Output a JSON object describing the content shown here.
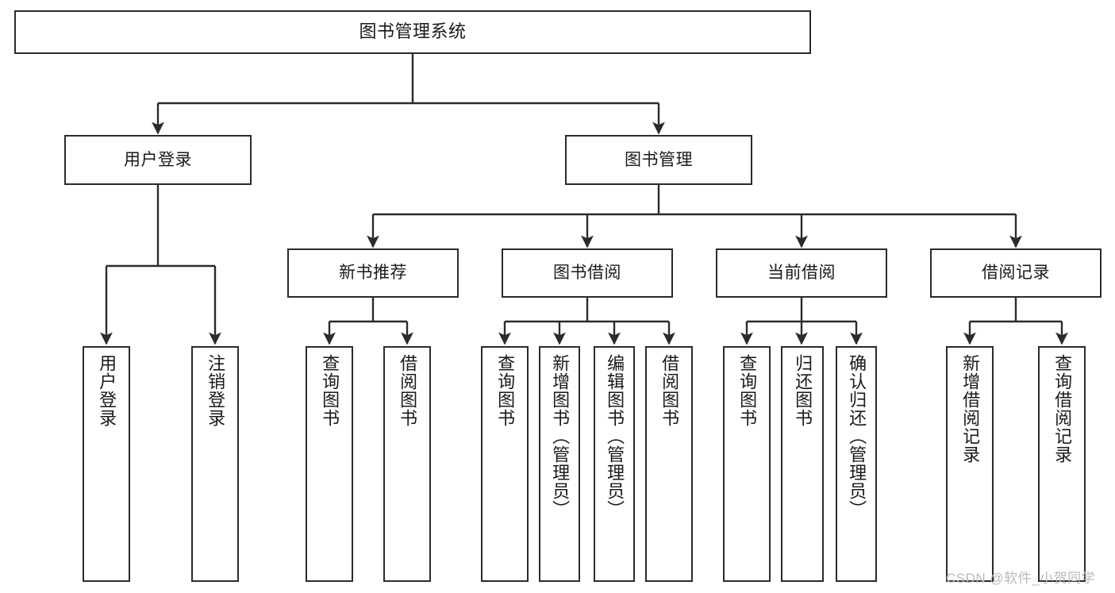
{
  "diagram": {
    "title": "图书管理系统",
    "type": "tree-hierarchy",
    "levels": 4,
    "colors": {
      "stroke": "#2b2b2b",
      "fill": "#ffffff",
      "text": "#1a1a1a",
      "watermark": "#b9b9b9"
    }
  },
  "nodes": {
    "root": {
      "label": "图书管理系统"
    },
    "level2": [
      {
        "label": "用户登录"
      },
      {
        "label": "图书管理"
      }
    ],
    "level3": [
      {
        "label": "新书推荐"
      },
      {
        "label": "图书借阅"
      },
      {
        "label": "当前借阅"
      },
      {
        "label": "借阅记录"
      }
    ],
    "leaves": {
      "user_login": [
        {
          "label": "用户登录"
        },
        {
          "label": "注销登录"
        }
      ],
      "new_book_recommend": [
        {
          "label": "查询图书"
        },
        {
          "label": "借阅图书"
        }
      ],
      "book_borrow": [
        {
          "label": "查询图书"
        },
        {
          "label": "新增图书（管理员）"
        },
        {
          "label": "编辑图书（管理员）"
        },
        {
          "label": "借阅图书"
        }
      ],
      "current_borrow": [
        {
          "label": "查询图书"
        },
        {
          "label": "归还图书"
        },
        {
          "label": "确认归还（管理员）"
        }
      ],
      "borrow_record": [
        {
          "label": "新增借阅记录"
        },
        {
          "label": "查询借阅记录"
        }
      ]
    }
  },
  "watermark": {
    "text": "CSDN @软件_小贺同学"
  }
}
